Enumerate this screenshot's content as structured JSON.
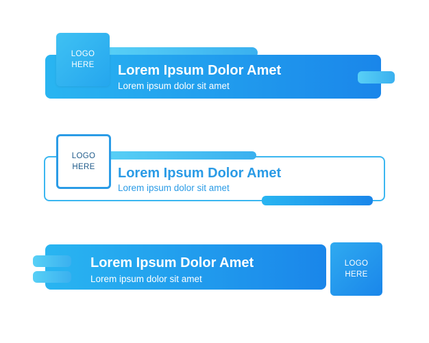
{
  "banners": [
    {
      "logo_line1": "LOGO",
      "logo_line2": "HERE",
      "title": "Lorem Ipsum Dolor Amet",
      "subtitle": "Lorem ipsum dolor sit amet"
    },
    {
      "logo_line1": "LOGO",
      "logo_line2": "HERE",
      "title": "Lorem Ipsum Dolor Amet",
      "subtitle": "Lorem ipsum dolor sit amet"
    },
    {
      "logo_line1": "LOGO",
      "logo_line2": "HERE",
      "title": "Lorem Ipsum Dolor Amet",
      "subtitle": "Lorem ipsum dolor sit amet"
    }
  ],
  "colors": {
    "primary": "#1a86ea",
    "light": "#29b5f1",
    "accent": "#4fc6f5",
    "background": "#ffffff"
  }
}
